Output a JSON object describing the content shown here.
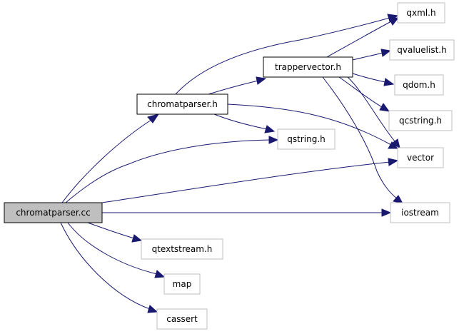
{
  "colors": {
    "edge": "#191970",
    "root_fill": "#bfbfbf",
    "box_border_internal": "#000000",
    "box_border_external": "#bfbfbf",
    "background": "#ffffff"
  },
  "nodes": {
    "chromatparser_cc": {
      "label": "chromatparser.cc",
      "kind": "root"
    },
    "chromatparser_h": {
      "label": "chromatparser.h",
      "kind": "internal"
    },
    "trappervector_h": {
      "label": "trappervector.h",
      "kind": "internal"
    },
    "qxml_h": {
      "label": "qxml.h",
      "kind": "external"
    },
    "qvaluelist_h": {
      "label": "qvaluelist.h",
      "kind": "external"
    },
    "qdom_h": {
      "label": "qdom.h",
      "kind": "external"
    },
    "qcstring_h": {
      "label": "qcstring.h",
      "kind": "external"
    },
    "qstring_h": {
      "label": "qstring.h",
      "kind": "external"
    },
    "vector": {
      "label": "vector",
      "kind": "external"
    },
    "iostream": {
      "label": "iostream",
      "kind": "external"
    },
    "qtextstream_h": {
      "label": "qtextstream.h",
      "kind": "external"
    },
    "map": {
      "label": "map",
      "kind": "external"
    },
    "cassert": {
      "label": "cassert",
      "kind": "external"
    }
  },
  "edges": [
    {
      "from": "chromatparser.cc",
      "to": "chromatparser.h"
    },
    {
      "from": "chromatparser.cc",
      "to": "qstring.h"
    },
    {
      "from": "chromatparser.cc",
      "to": "vector"
    },
    {
      "from": "chromatparser.cc",
      "to": "iostream"
    },
    {
      "from": "chromatparser.cc",
      "to": "qtextstream.h"
    },
    {
      "from": "chromatparser.cc",
      "to": "map"
    },
    {
      "from": "chromatparser.cc",
      "to": "cassert"
    },
    {
      "from": "chromatparser.h",
      "to": "qxml.h"
    },
    {
      "from": "chromatparser.h",
      "to": "trappervector.h"
    },
    {
      "from": "chromatparser.h",
      "to": "qstring.h"
    },
    {
      "from": "chromatparser.h",
      "to": "vector"
    },
    {
      "from": "trappervector.h",
      "to": "qxml.h"
    },
    {
      "from": "trappervector.h",
      "to": "qvaluelist.h"
    },
    {
      "from": "trappervector.h",
      "to": "qdom.h"
    },
    {
      "from": "trappervector.h",
      "to": "qcstring.h"
    },
    {
      "from": "trappervector.h",
      "to": "vector"
    },
    {
      "from": "trappervector.h",
      "to": "iostream"
    }
  ]
}
